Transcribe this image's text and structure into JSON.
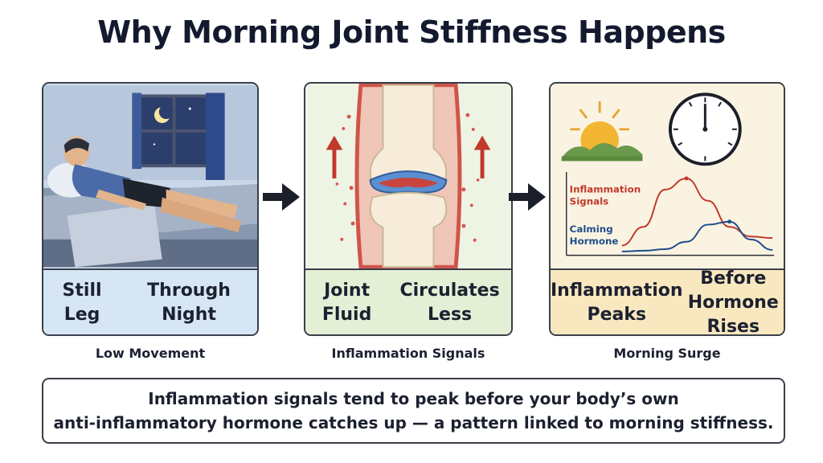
{
  "title": "Why Morning Joint Stiffness Happens",
  "panels": [
    {
      "caption_lines": [
        "Still Leg",
        "Through Night"
      ],
      "sublabel": "Low Movement",
      "icons": [
        "moon-icon",
        "sleeping-person-icon",
        "bed-icon",
        "window-icon"
      ]
    },
    {
      "caption_lines": [
        "Joint Fluid",
        "Circulates Less"
      ],
      "sublabel": "Inflammation Signals",
      "icons": [
        "knee-joint-icon",
        "up-arrow-icon"
      ]
    },
    {
      "caption_lines": [
        "Inflammation Peaks",
        "Before Hormone Rises"
      ],
      "sublabel": "Morning Surge",
      "icons": [
        "sunrise-icon",
        "clock-icon"
      ],
      "chart_legend": {
        "series_1": [
          "Inflammation",
          "Signals"
        ],
        "series_2": [
          "Calming",
          "Hormone"
        ]
      }
    }
  ],
  "note_lines": [
    "Inflammation signals tend to peak before your body’s own",
    "anti-inflammatory hormone catches up — a pattern linked to morning stiffness."
  ],
  "colors": {
    "inflammation": "#c0392b",
    "hormone": "#1f4e8c",
    "arrow": "#1b1f2a"
  },
  "chart_data": {
    "type": "line",
    "series": [
      {
        "name": "Inflammation Signals",
        "values": [
          0.1,
          0.35,
          0.85,
          1.0,
          0.7,
          0.35,
          0.22,
          0.2
        ]
      },
      {
        "name": "Calming Hormone",
        "values": [
          0.02,
          0.03,
          0.05,
          0.15,
          0.38,
          0.42,
          0.18,
          0.04
        ]
      }
    ],
    "x": [
      0,
      1,
      2,
      3,
      4,
      5,
      6,
      7
    ],
    "xlabel": "",
    "ylabel": "",
    "grid": false
  }
}
